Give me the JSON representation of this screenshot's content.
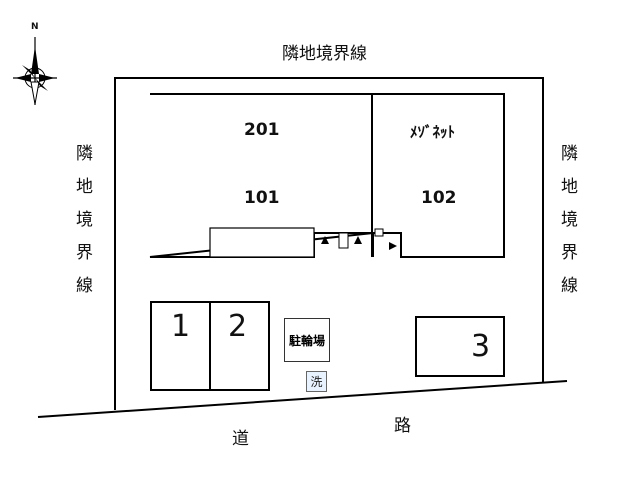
{
  "compass": {
    "north_label": "N"
  },
  "boundary": {
    "top": "隣地境界線",
    "left": [
      "隣",
      "地",
      "境",
      "界",
      "線"
    ],
    "right": [
      "隣",
      "地",
      "境",
      "界",
      "線"
    ]
  },
  "building": {
    "unit_201": "201",
    "unit_101": "101",
    "maisonette": "ﾒｿﾞﾈｯﾄ",
    "unit_102": "102"
  },
  "parking": {
    "slot_1": "1",
    "slot_2": "2",
    "slot_3": "3"
  },
  "bicycle_parking": "駐輪場",
  "wash_area": "洗",
  "road": {
    "char_1": "道",
    "char_2": "路"
  }
}
